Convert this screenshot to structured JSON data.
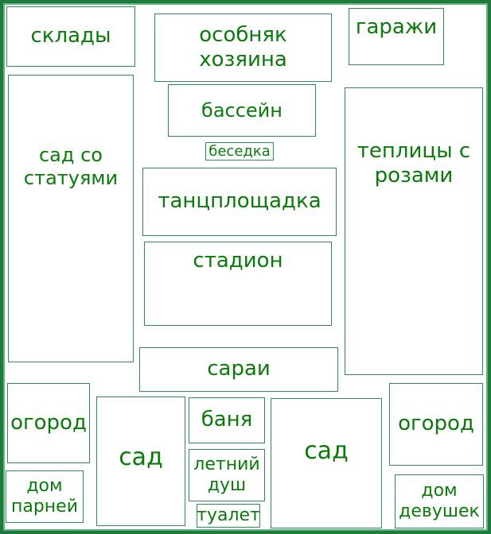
{
  "colors": {
    "frame": "#1f7a3e",
    "border": "#2e8b57",
    "text": "#0a7a0a"
  },
  "zones": {
    "sklady": "склады",
    "osobnyak": "особняк\nхозяина",
    "garazhi": "гаражи",
    "bassein": "бассейн",
    "besedka": "беседка",
    "sad_statui": "сад со\nстатуями",
    "teplitsy": "теплицы с\nрозами",
    "tantsploshchadka": "танцплощадка",
    "stadion": "стадион",
    "sarai": "сараи",
    "ogorod_left": "огород",
    "sad_left": "сад",
    "banya": "баня",
    "sad_right": "сад",
    "ogorod_right": "огород",
    "letniy_dush": "летний\nдуш",
    "dom_parney": "дом\nпарней",
    "tualet": "туалет",
    "dom_devushek": "дом\nдевушек"
  }
}
